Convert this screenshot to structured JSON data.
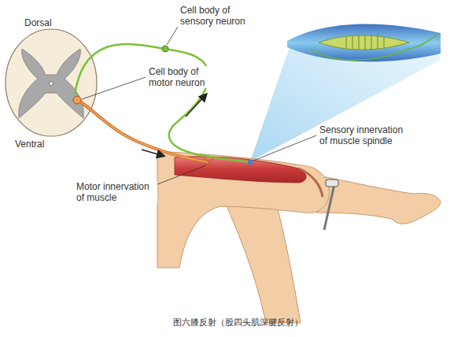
{
  "diagram": {
    "caption": "图六膝反射（股四头肌深腱反射）",
    "labels": [
      "Dorsal",
      "Ventral",
      "Cell body of sensory neuron",
      "Cell body of motor neuron",
      "Sensory innervation of muscle spindle",
      "Motor innervation of muscle"
    ]
  }
}
